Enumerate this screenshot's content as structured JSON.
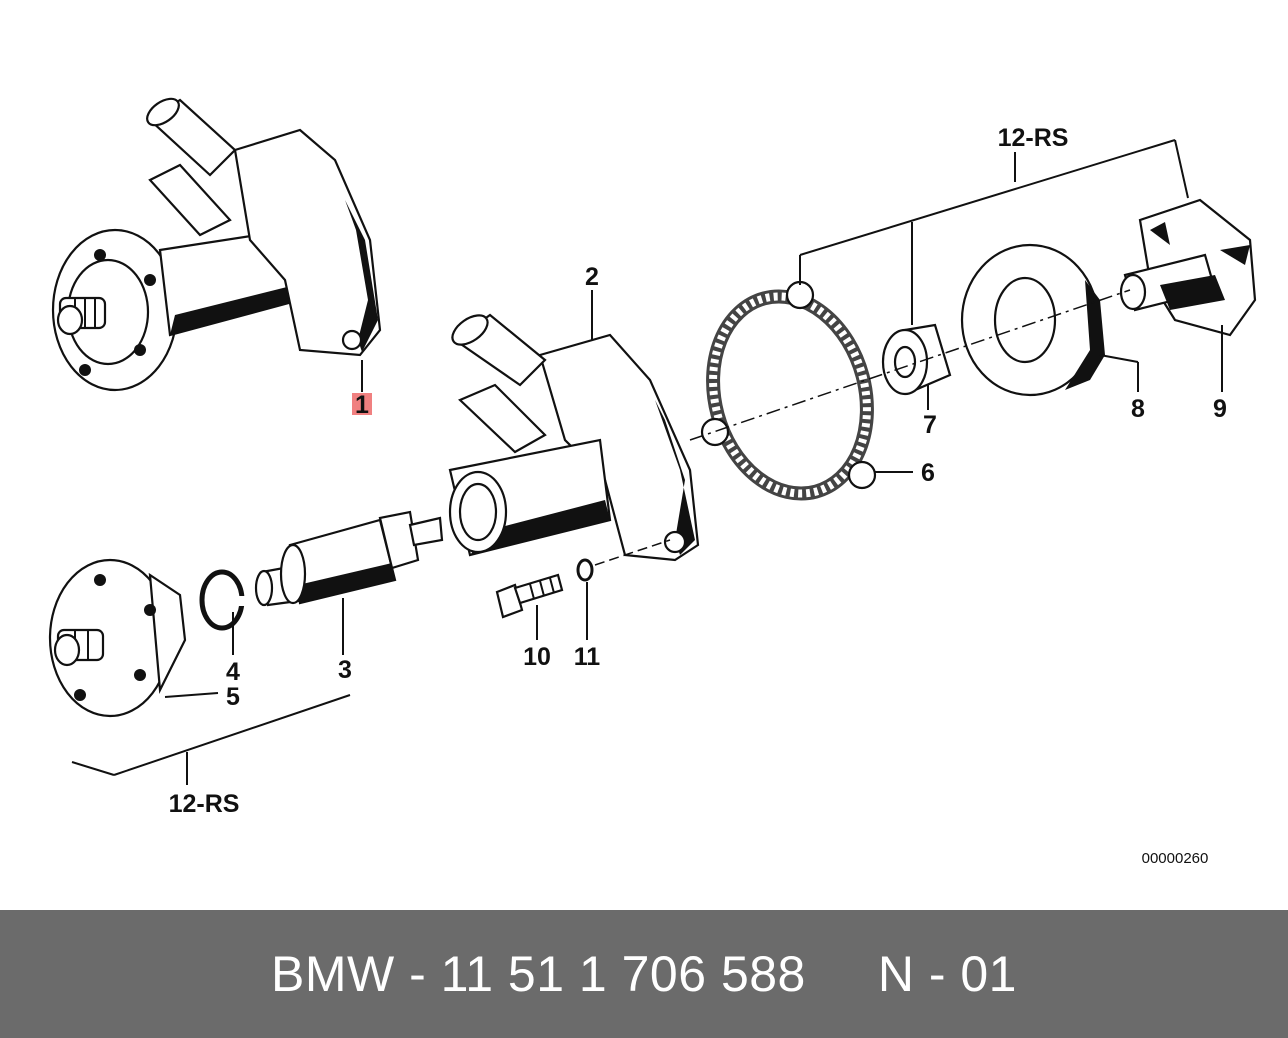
{
  "diagram": {
    "callouts": {
      "p1": "1",
      "p2": "2",
      "p3": "3",
      "p4": "4",
      "p5": "5",
      "p6": "6",
      "p7": "7",
      "p8": "8",
      "p9": "9",
      "p10": "10",
      "p11": "11"
    },
    "group_label_top": "12-RS",
    "group_label_bottom": "12-RS",
    "reference_code": "00000260",
    "highlighted_callout": "1",
    "highlight_color": "#f08080"
  },
  "footer": {
    "text": "BMW - 11 51 1 706 588     N - 01",
    "background": "#6b6b6b",
    "text_color": "#ffffff"
  }
}
